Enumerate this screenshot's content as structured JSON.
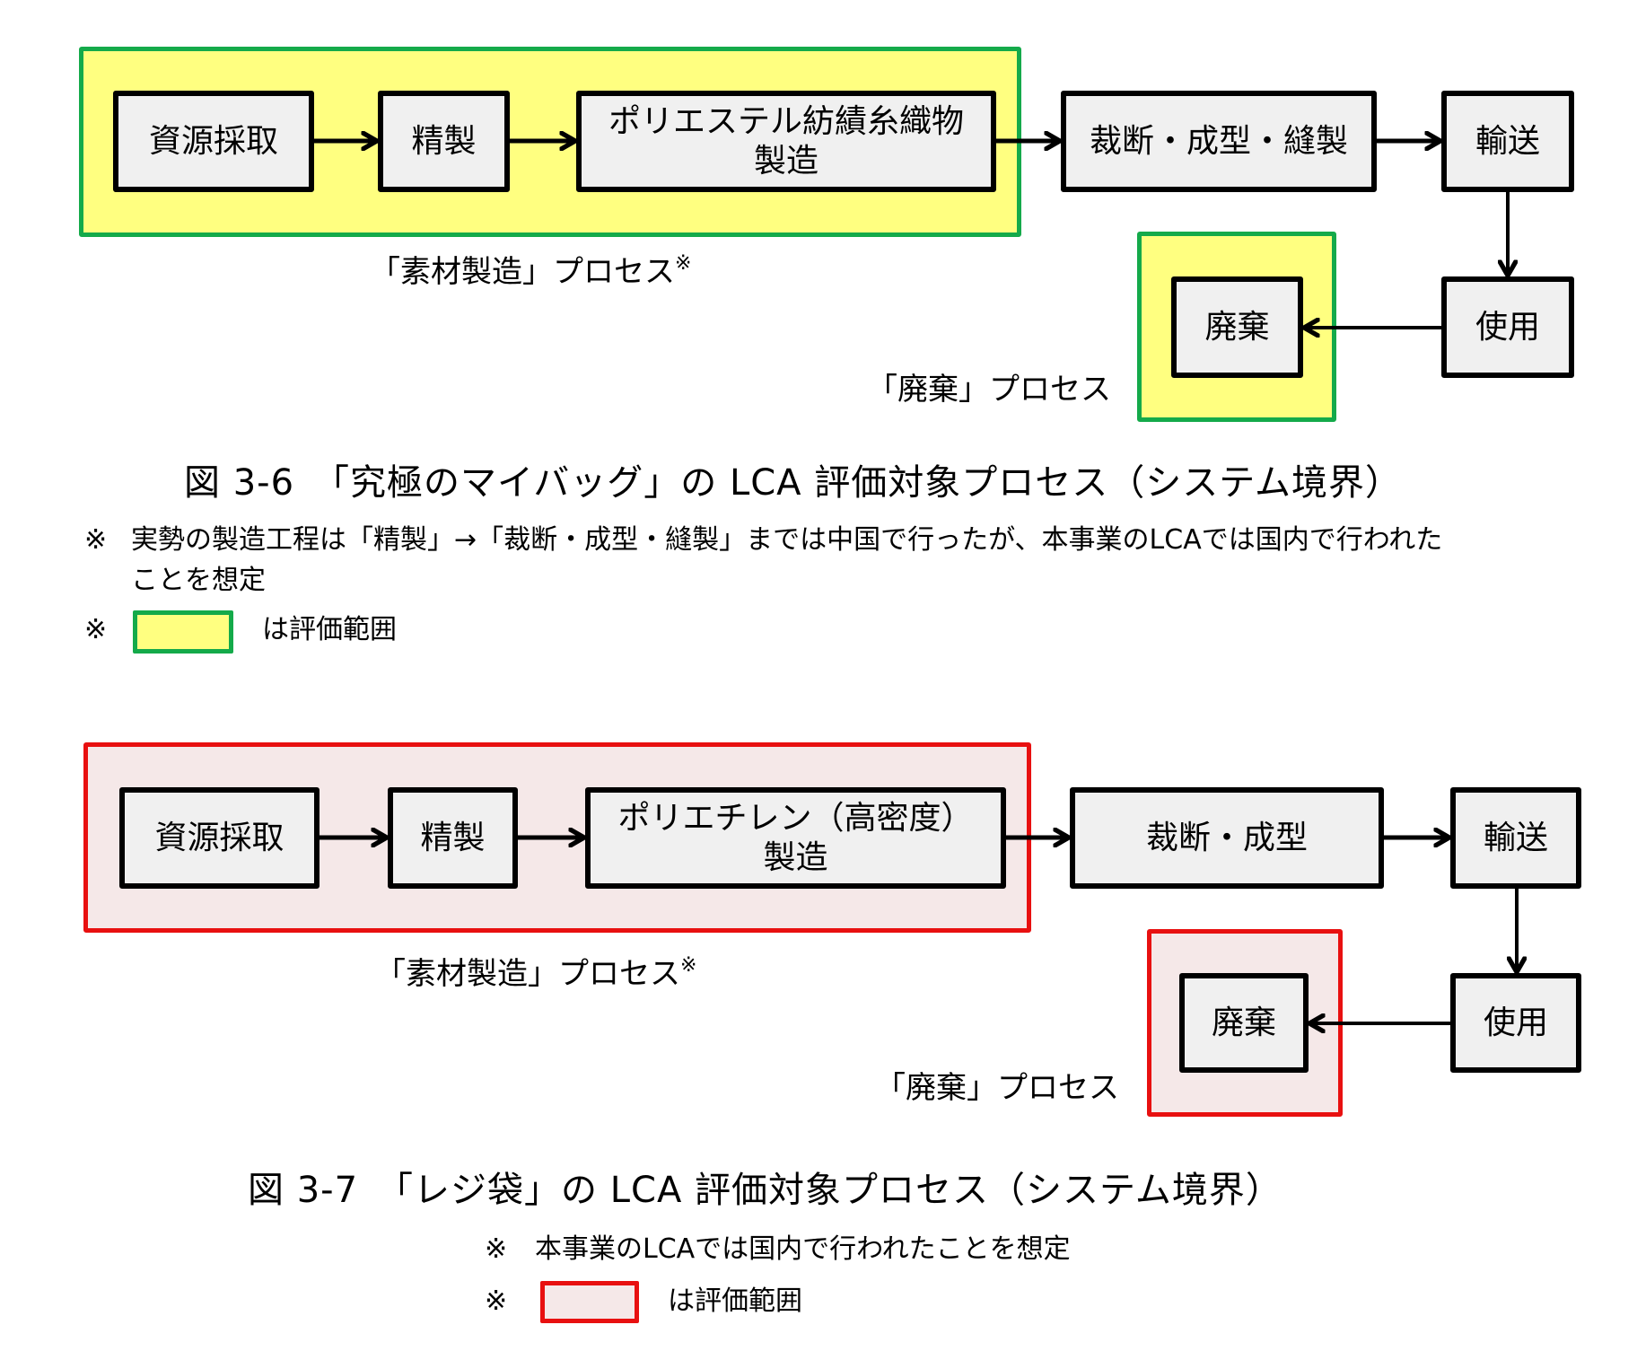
{
  "colors": {
    "scope_green_border": "#14AA4A",
    "scope_green_fill": "#FFFF80",
    "scope_red_border": "#E81010",
    "scope_red_fill": "#F5E8E8",
    "process_fill": "#F0F0F0",
    "process_border": "#000000"
  },
  "figure_36": {
    "processes": {
      "resource_extraction": "資源採取",
      "refining": "精製",
      "material_line1": "ポリエステル紡績糸織物",
      "material_line2": "製造",
      "cutting": "裁断・成型・縫製",
      "transport": "輸送",
      "use": "使用",
      "disposal": "廃棄"
    },
    "labels": {
      "material_process": "「素材製造」プロセス",
      "material_process_mark": "※",
      "disposal_process": "「廃棄」プロセス"
    },
    "caption": "図 3-6　「究極のマイバッグ」の LCA 評価対象プロセス（システム境界）",
    "notes": {
      "mark": "※",
      "line1": "実勢の製造工程は「精製」→「裁断・成型・縫製」までは中国で行ったが、本事業のLCAでは国内で行われた",
      "line2": "ことを想定"
    },
    "legend": {
      "mark": "※",
      "text": "は評価範囲"
    }
  },
  "figure_37": {
    "processes": {
      "resource_extraction": "資源採取",
      "refining": "精製",
      "material_line1": "ポリエチレン（高密度）",
      "material_line2": "製造",
      "cutting": "裁断・成型",
      "transport": "輸送",
      "use": "使用",
      "disposal": "廃棄"
    },
    "labels": {
      "material_process": "「素材製造」プロセス",
      "material_process_mark": "※",
      "disposal_process": "「廃棄」プロセス"
    },
    "caption": "図 3-7　「レジ袋」の LCA 評価対象プロセス（システム境界）",
    "notes": {
      "mark": "※",
      "line1": "本事業のLCAでは国内で行われたことを想定"
    },
    "legend": {
      "mark": "※",
      "text": "は評価範囲"
    }
  }
}
